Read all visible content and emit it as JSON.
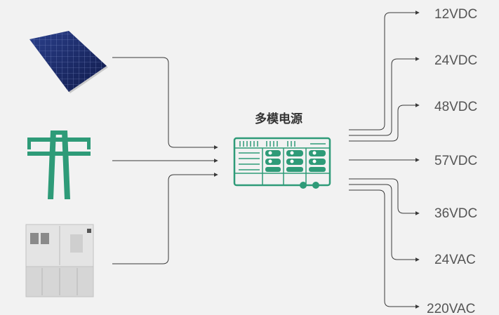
{
  "center": {
    "title": "多模电源",
    "icon": "rack-power-supply-icon",
    "color": "#2e9b78"
  },
  "inputs": [
    {
      "name": "solar-panel",
      "icon": "solar-panel-icon"
    },
    {
      "name": "power-grid",
      "icon": "power-tower-icon"
    },
    {
      "name": "generator",
      "icon": "generator-cabinet-icon"
    }
  ],
  "outputs": [
    "12VDC",
    "24VDC",
    "48VDC",
    "57VDC",
    "36VDC",
    "24VAC",
    "220VAC"
  ],
  "colors": {
    "background": "#f2f2f2",
    "accent": "#2e9b78",
    "line": "#3a3a3a",
    "text": "#555555"
  }
}
